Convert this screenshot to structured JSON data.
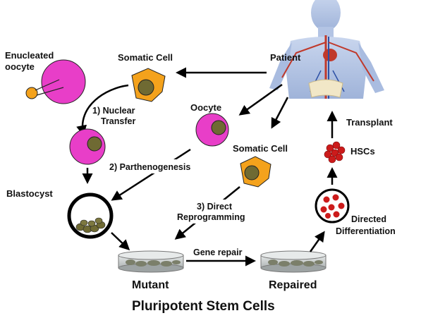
{
  "labels": {
    "enucleated_oocyte_line1": "Enucleated",
    "enucleated_oocyte_line2": "oocyte",
    "somatic_cell_top": "Somatic Cell",
    "patient": "Patient",
    "nuclear_transfer_line1": "1) Nuclear",
    "nuclear_transfer_line2": "Transfer",
    "oocyte": "Oocyte",
    "parthenogenesis": "2) Parthenogenesis",
    "somatic_cell_mid": "Somatic Cell",
    "transplant": "Transplant",
    "hscs": "HSCs",
    "blastocyst": "Blastocyst",
    "direct_reprogramming_line1": "3) Direct",
    "direct_reprogramming_line2": "Reprogramming",
    "directed_diff_line1": "Directed",
    "directed_diff_line2": "Differentiation",
    "gene_repair": "Gene repair",
    "mutant": "Mutant",
    "repaired": "Repaired",
    "footer_title": "Pluripotent Stem Cells"
  },
  "colors": {
    "oocyte_magenta": "#e83ec8",
    "somatic_orange": "#f4a21c",
    "nucleus_olive": "#6f6a33",
    "hsc_red": "#cc1b1b",
    "dish_gray": "#cfd3d3",
    "body_blue": "#b8c8e6"
  },
  "icons": [
    "human-body-icon",
    "petri-dish-icon",
    "blastocyst-icon",
    "cell-icon"
  ]
}
